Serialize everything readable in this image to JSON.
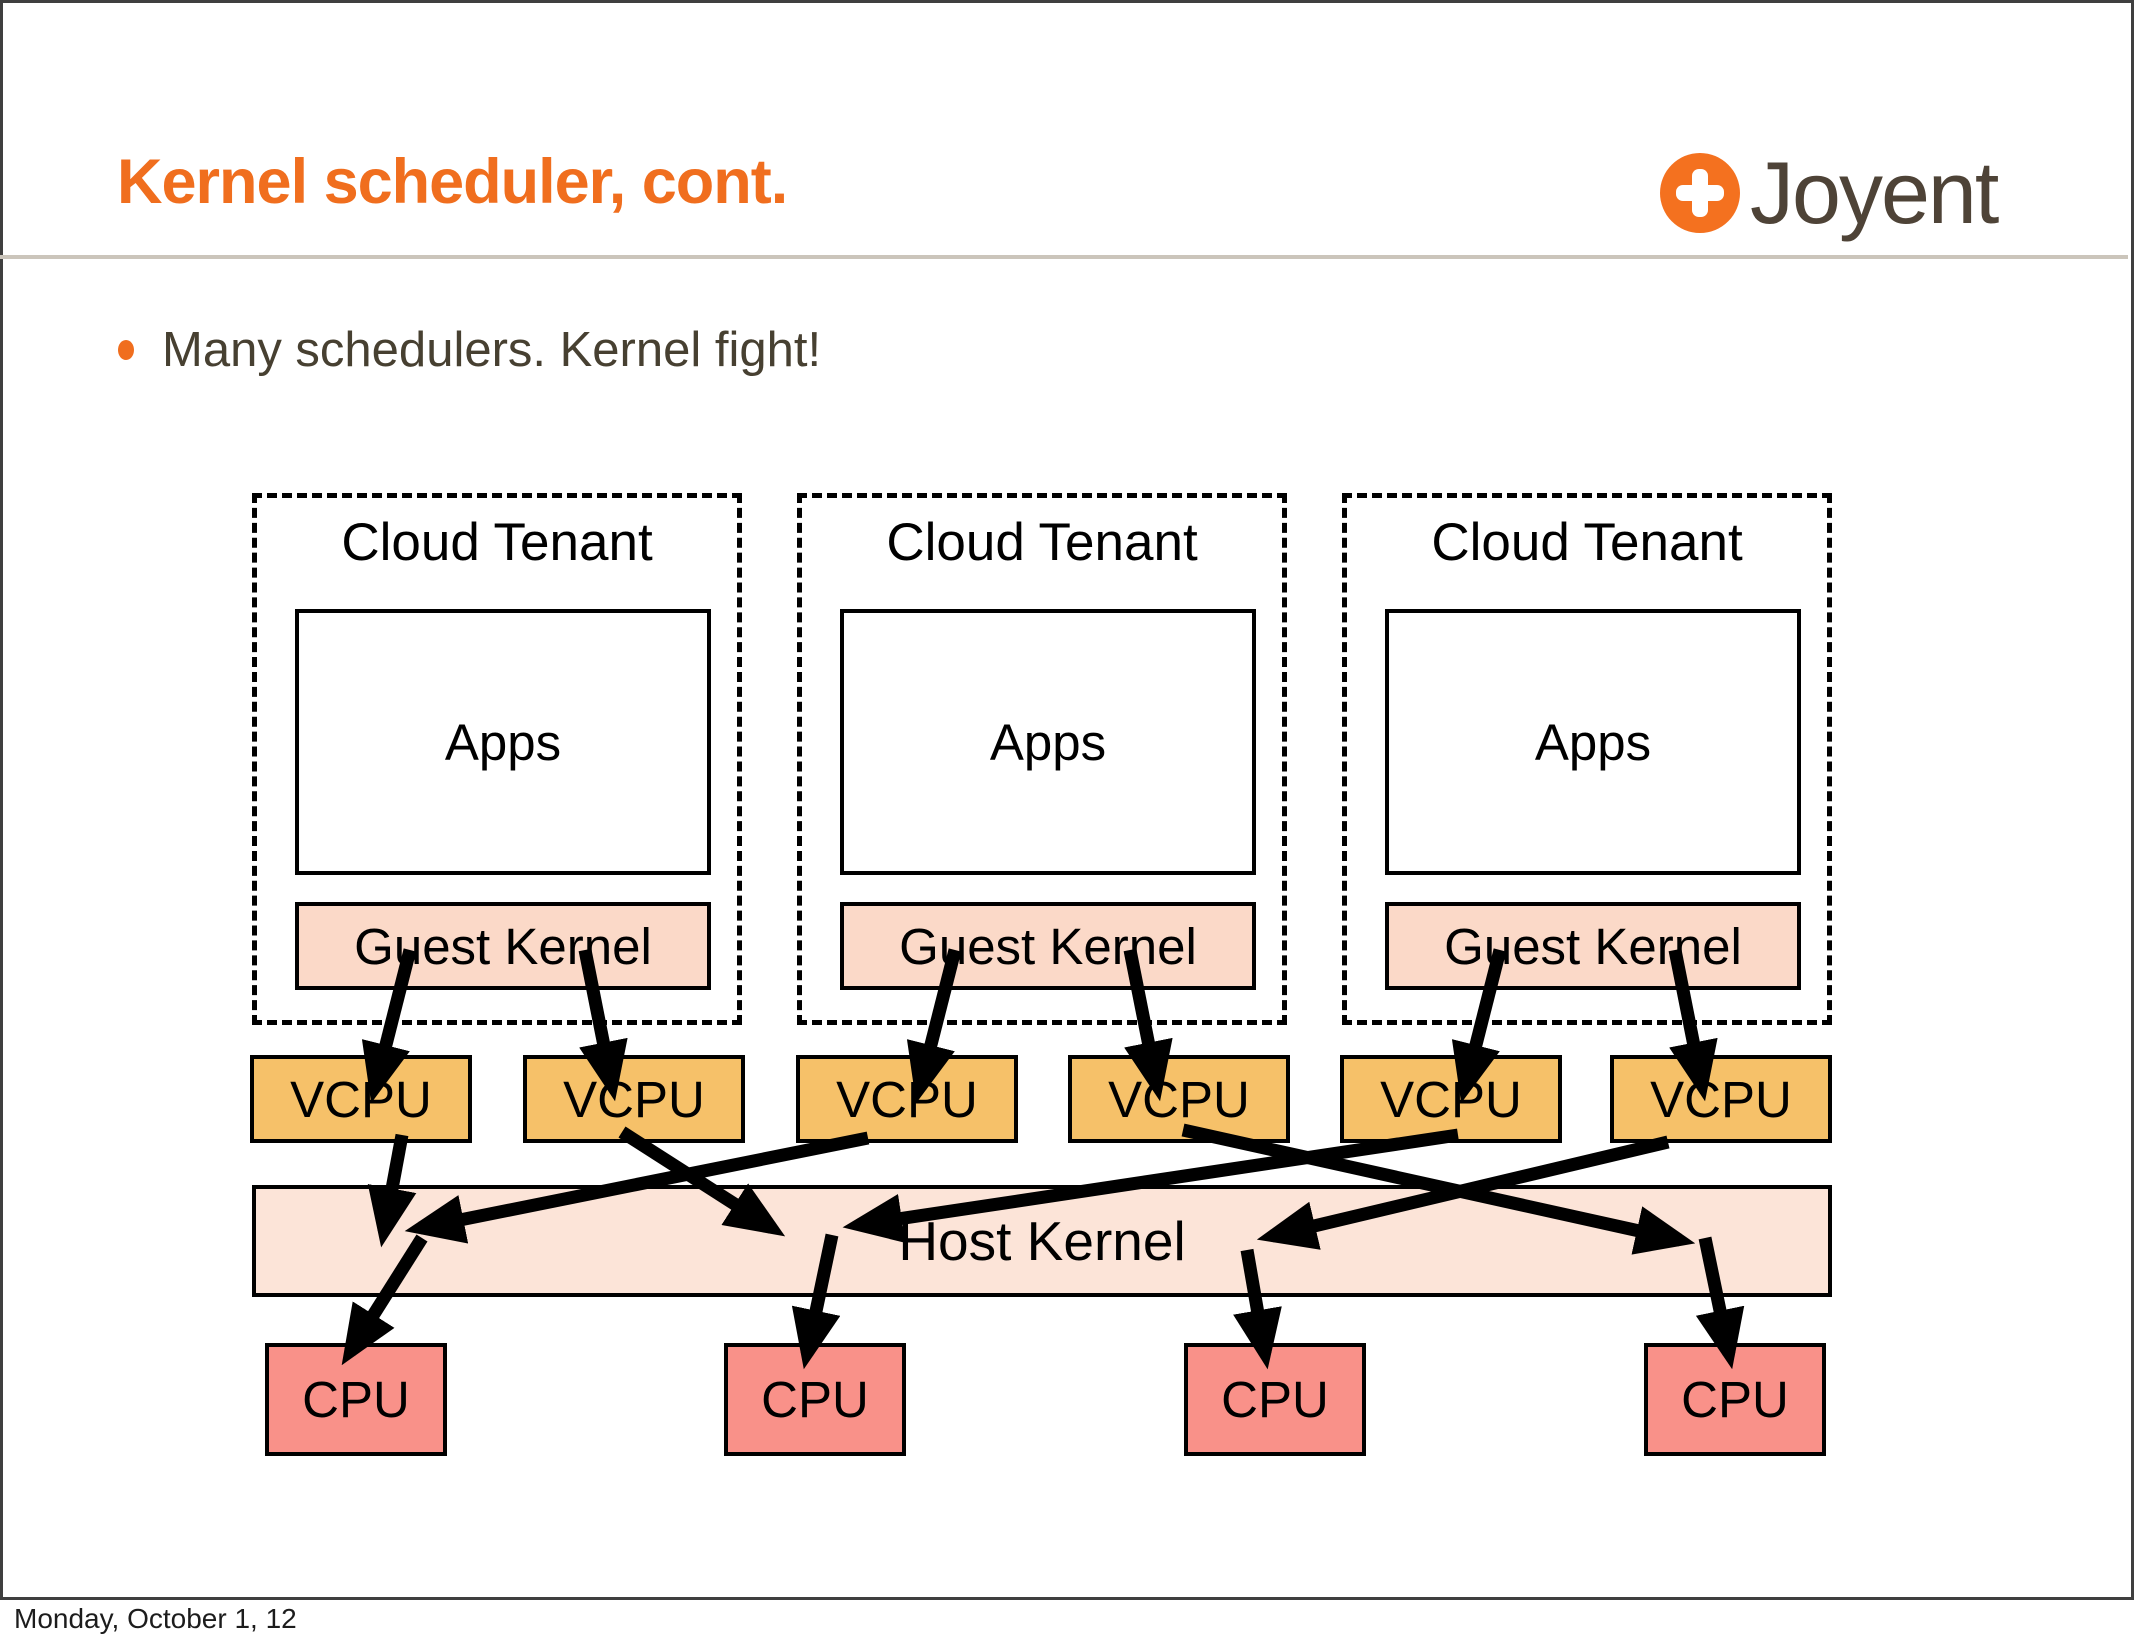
{
  "slide": {
    "title": "Kernel scheduler, cont.",
    "bullet": "Many schedulers. Kernel fight!",
    "footer": "Monday, October 1, 12",
    "logo_text": "Joyent",
    "colors": {
      "title_orange": "#f06e1e",
      "logo_orange": "#f4711f",
      "logo_text_brown": "#4e4337",
      "bullet_text": "#474031",
      "divider_gray": "#cbc5bb",
      "guest_kernel_fill": "#fbd9c8",
      "host_kernel_fill": "#fce4d8",
      "vcpu_fill": "#f6c169",
      "cpu_fill": "#f99189",
      "line_black": "#000000"
    }
  },
  "diagram": {
    "tenants": [
      {
        "label": "Cloud Tenant",
        "apps_label": "Apps",
        "guest_kernel_label": "Guest Kernel"
      },
      {
        "label": "Cloud Tenant",
        "apps_label": "Apps",
        "guest_kernel_label": "Guest Kernel"
      },
      {
        "label": "Cloud Tenant",
        "apps_label": "Apps",
        "guest_kernel_label": "Guest Kernel"
      }
    ],
    "vcpus": [
      "VCPU",
      "VCPU",
      "VCPU",
      "VCPU",
      "VCPU",
      "VCPU"
    ],
    "host_kernel_label": "Host Kernel",
    "cpus": [
      "CPU",
      "CPU",
      "CPU",
      "CPU"
    ]
  }
}
